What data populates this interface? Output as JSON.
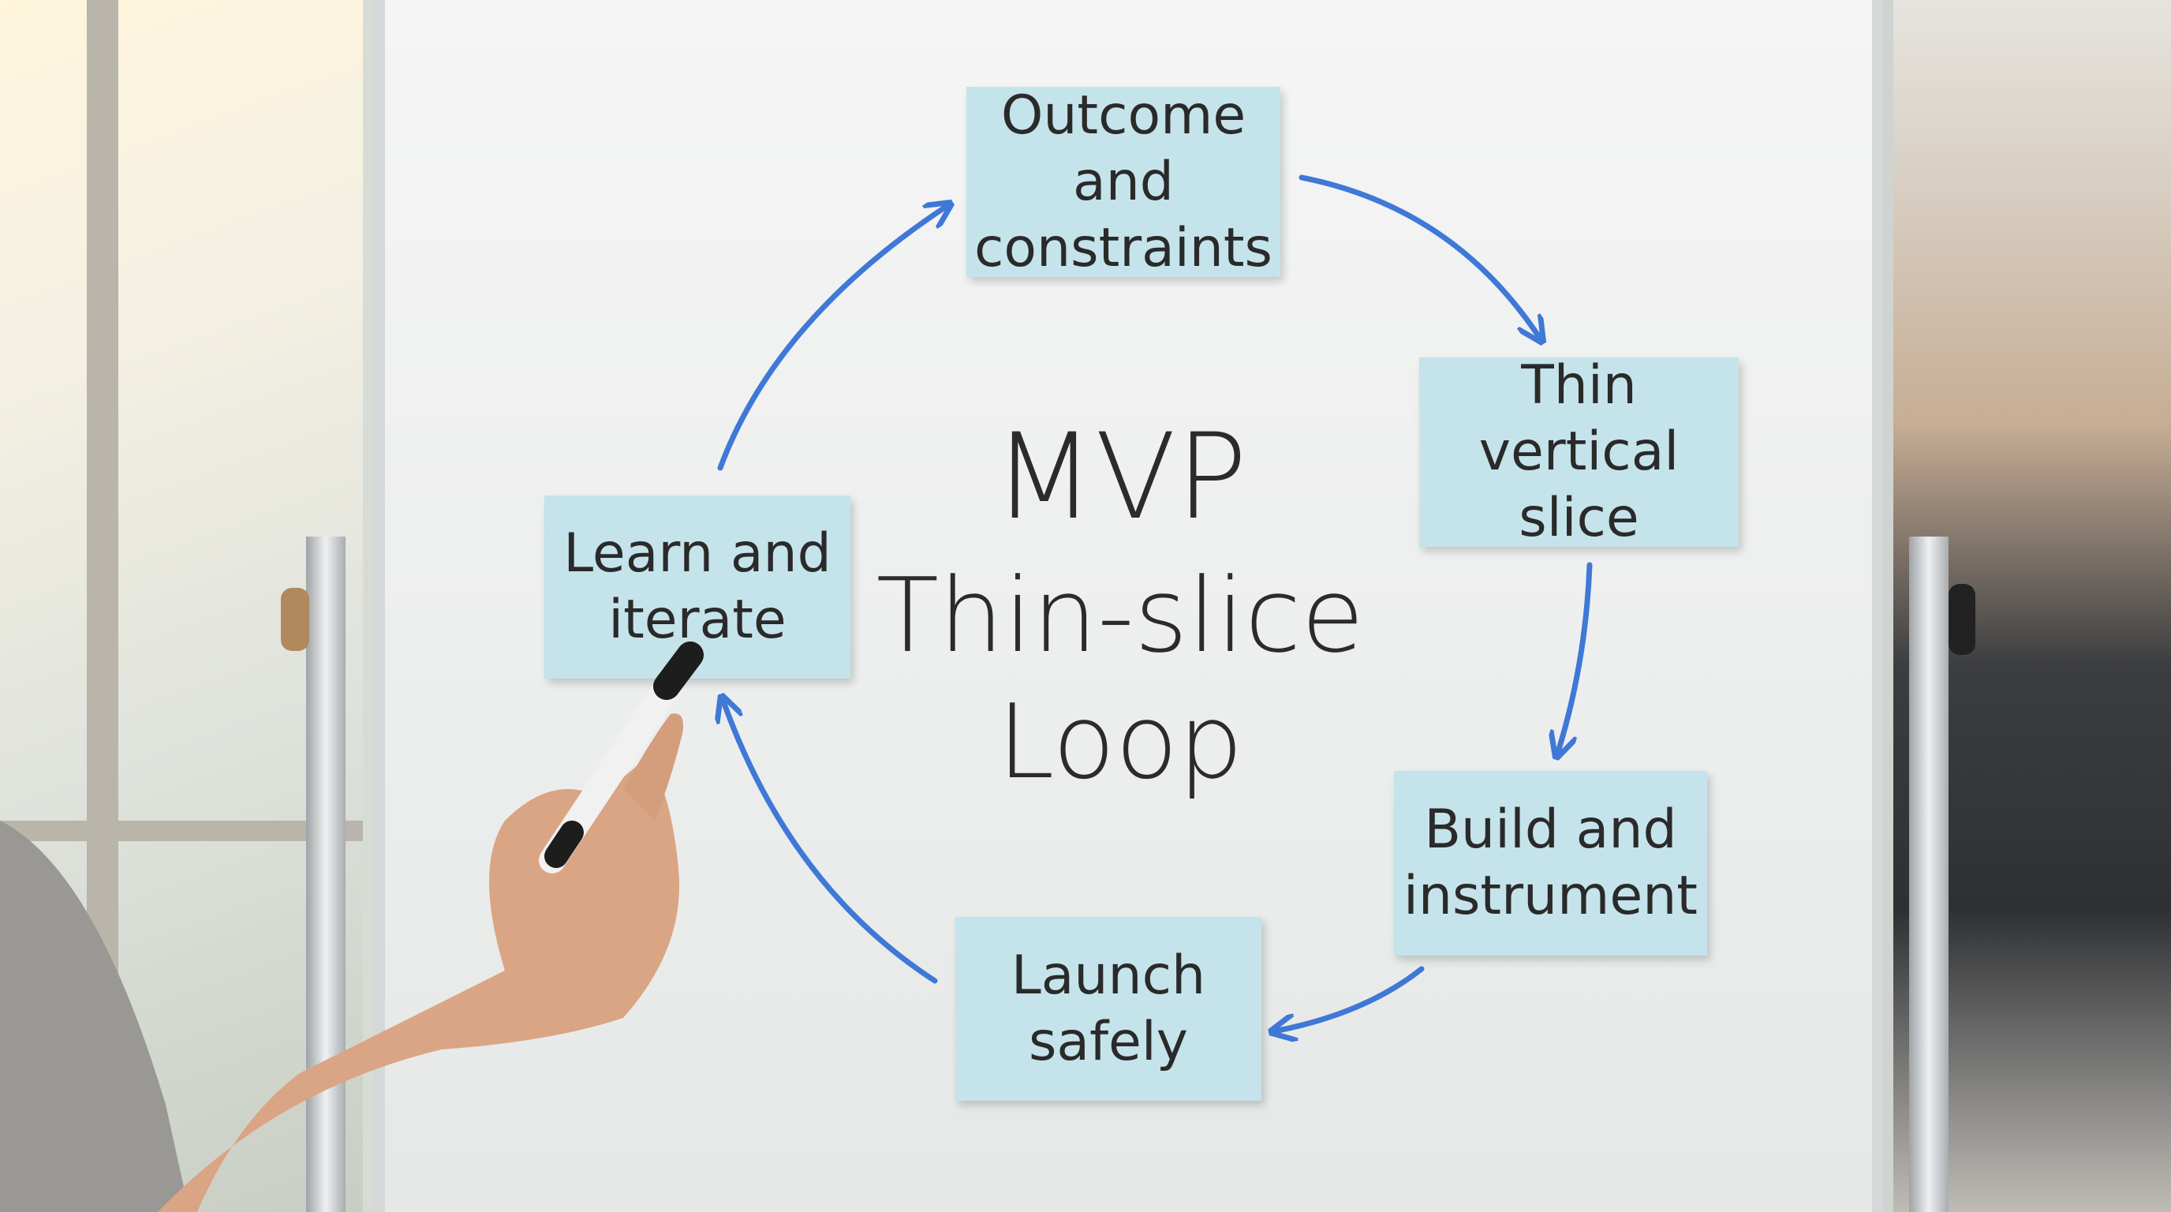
{
  "board": {
    "title_lines": [
      "MVP",
      "Thin-slice",
      "Loop"
    ],
    "notes": [
      {
        "lines": [
          "Outcome and",
          "constraints"
        ]
      },
      {
        "lines": [
          "Thin vertical",
          "slice"
        ]
      },
      {
        "lines": [
          "Build and",
          "instrument"
        ]
      },
      {
        "lines": [
          "Launch",
          "safely"
        ]
      },
      {
        "lines": [
          "Learn and",
          "iterate"
        ]
      }
    ]
  },
  "colors": {
    "note": "#c5e3ea",
    "arrow": "#3f78d6",
    "ink": "#2b2b2b"
  }
}
